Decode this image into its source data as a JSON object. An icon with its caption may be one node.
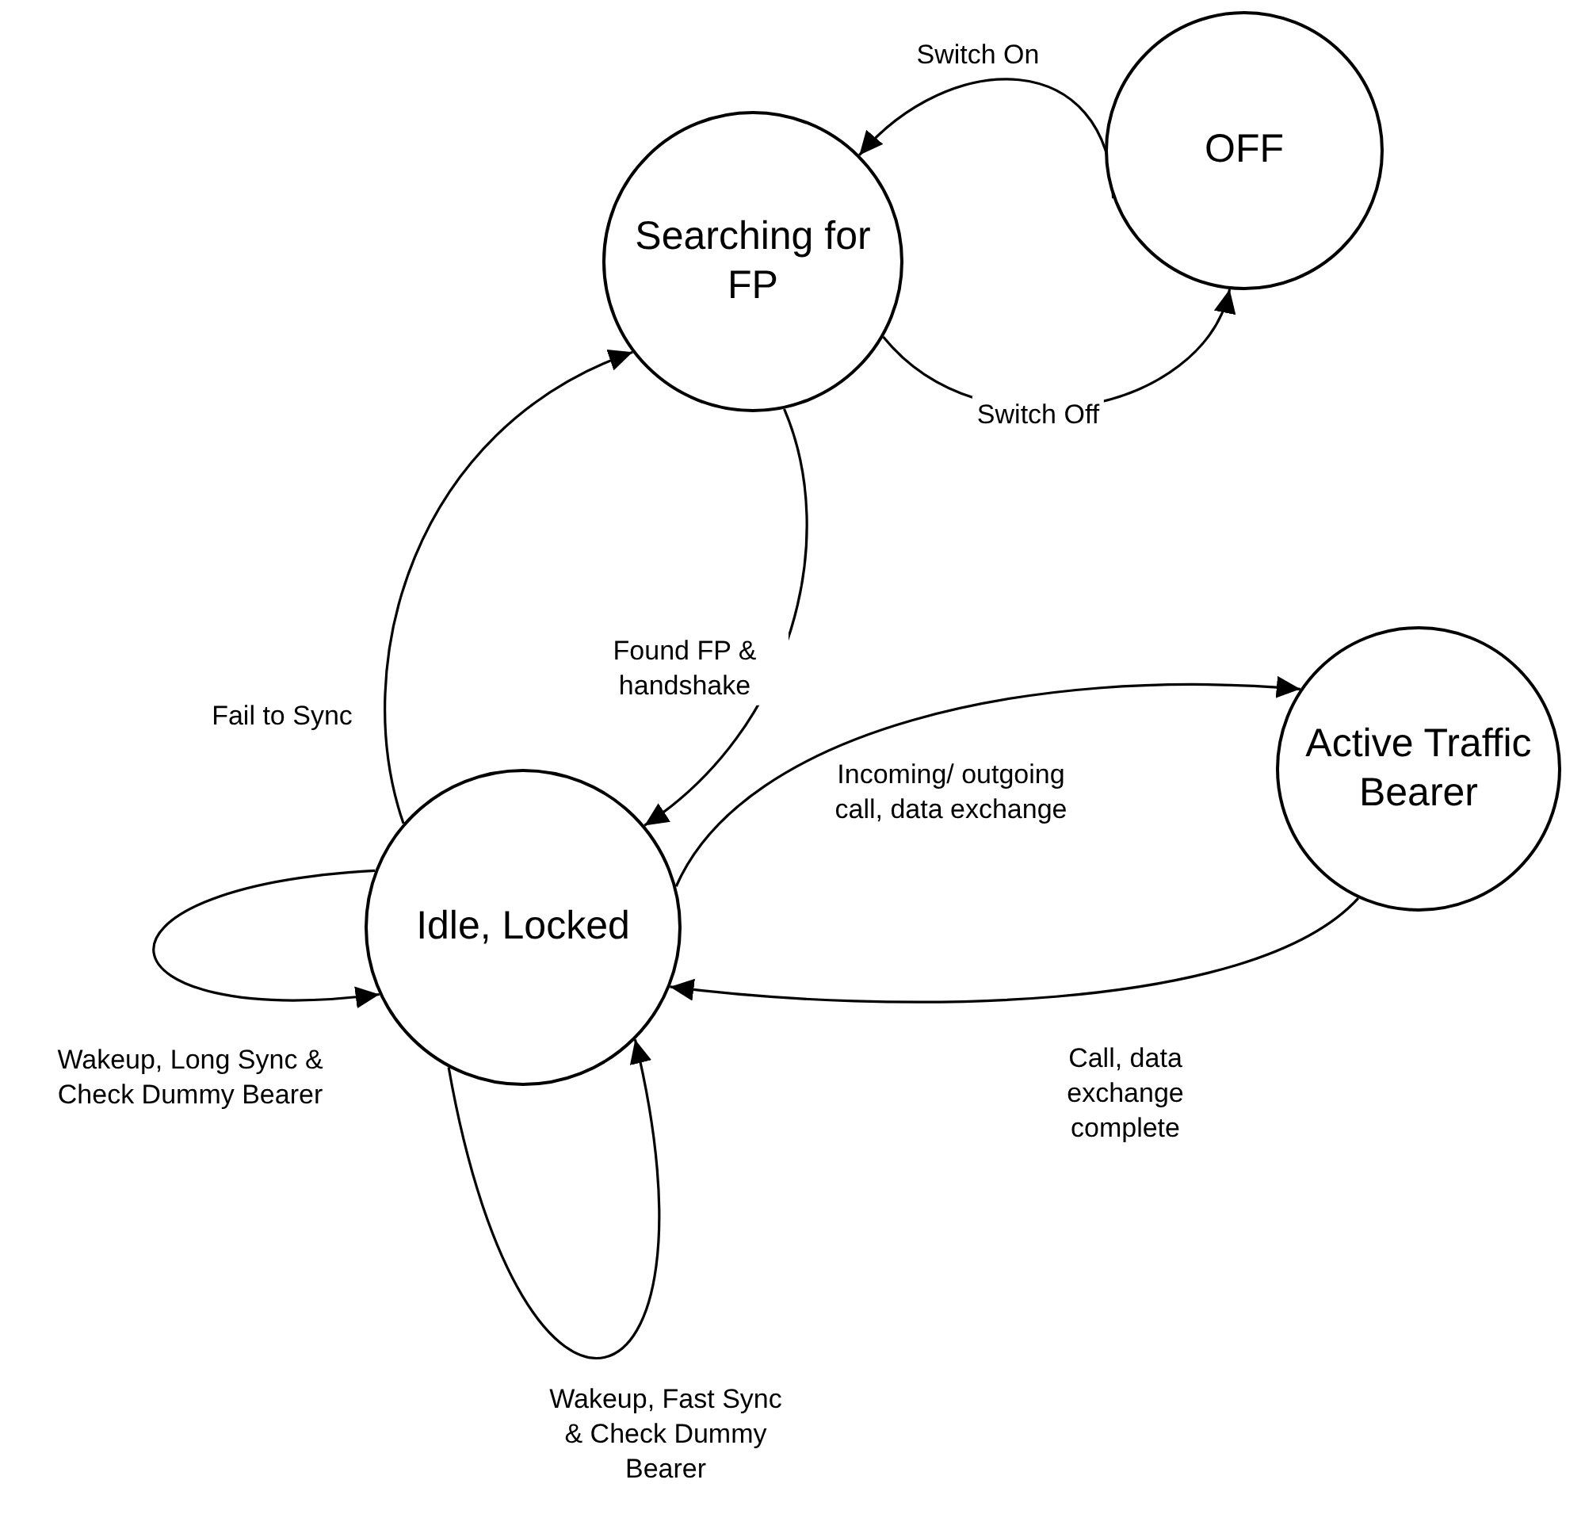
{
  "diagram": {
    "nodes": [
      {
        "text": [
          "OFF"
        ]
      },
      {
        "text": [
          "Searching for FP"
        ]
      },
      {
        "text": [
          "Active Traffic Bearer"
        ]
      },
      {
        "text": [
          "Idle, Locked"
        ]
      }
    ],
    "edges": [
      {
        "from": 0,
        "to": 1,
        "arrow": "to",
        "label": "Switch On"
      },
      {
        "from": 1,
        "to": 0,
        "arrow": "to",
        "label": "Switch Off"
      },
      {
        "from": 1,
        "to": 3,
        "arrow": "to",
        "label": "Found FP & handshake"
      },
      {
        "from": 3,
        "to": 1,
        "arrow": "to",
        "label": "Fail to Sync"
      },
      {
        "from": 3,
        "to": 2,
        "arrow": "to",
        "label": "Incoming/ outgoing call, data exchange"
      },
      {
        "from": 2,
        "to": 3,
        "arrow": "to",
        "label": "Call, data exchange complete"
      },
      {
        "from": 3,
        "to": 3,
        "arrow": "to",
        "label": "Wakeup, Long Sync & Check Dummy Bearer"
      },
      {
        "from": 3,
        "to": 3,
        "arrow": "to",
        "label": "Wakeup, Fast Sync & Check Dummy Bearer"
      }
    ]
  }
}
